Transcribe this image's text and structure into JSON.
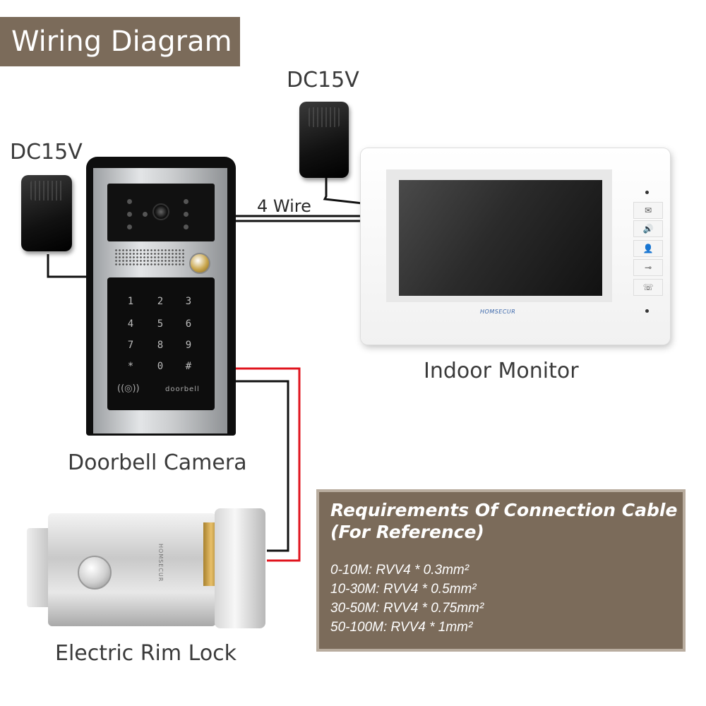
{
  "title": "Wiring Diagram",
  "labels": {
    "dc_left": "DC15V",
    "dc_top": "DC15V",
    "four_wire": "4 Wire",
    "indoor_monitor": "Indoor Monitor",
    "doorbell_camera": "Doorbell Camera",
    "electric_rim_lock": "Electric Rim Lock"
  },
  "doorbell": {
    "keys": [
      "1",
      "2",
      "3",
      "4",
      "5",
      "6",
      "7",
      "8",
      "9",
      "*",
      "0",
      "#"
    ],
    "rfid_symbol": "((◎))",
    "brand": "doorbell"
  },
  "monitor": {
    "brand": "HOMSECUR",
    "buttons": [
      "✉",
      "🔊",
      "👤",
      "⊸",
      "☏"
    ]
  },
  "lock": {
    "brand": "HOMSECUR"
  },
  "requirements": {
    "title_line1": "Requirements Of Connection Cable",
    "title_line2": "(For Reference)",
    "rows": [
      "0-10M: RVV4 * 0.3mm²",
      "10-30M: RVV4 * 0.5mm²",
      "30-50M: RVV4 * 0.75mm²",
      "50-100M: RVV4 * 1mm²"
    ]
  },
  "colors": {
    "banner": "#7b6b5a",
    "wire_black": "#111111",
    "wire_red": "#e0141e"
  }
}
